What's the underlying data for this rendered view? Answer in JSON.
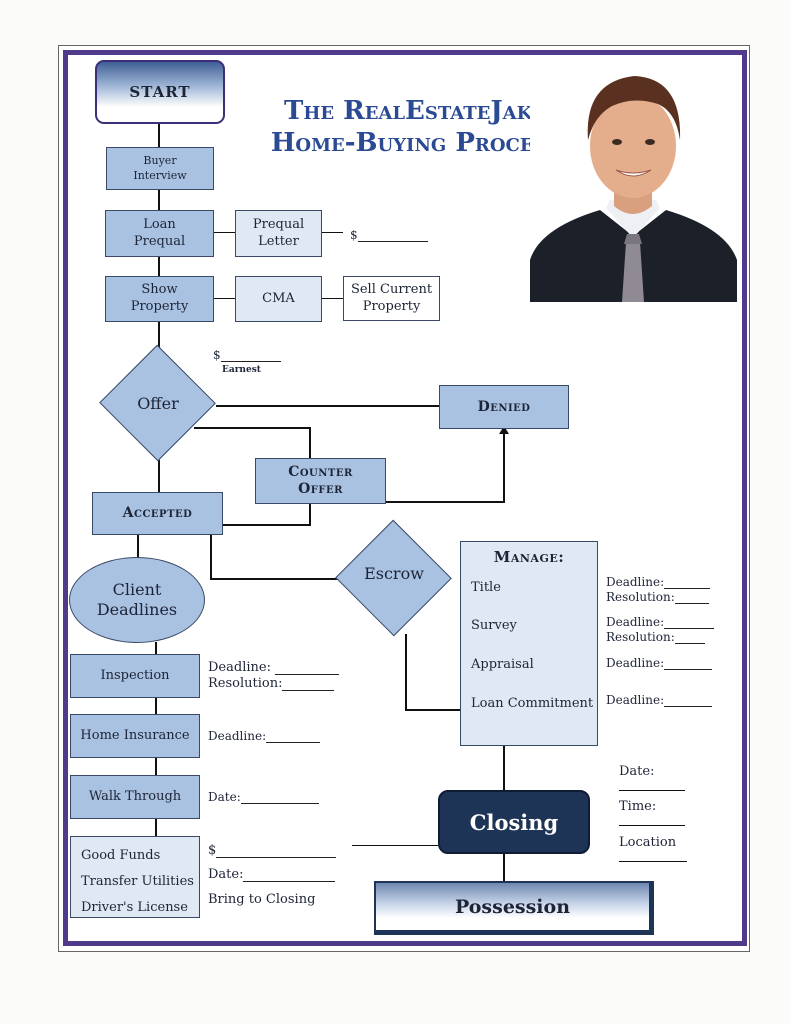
{
  "title": {
    "line1": "The RealEstateJake",
    "line2": "Home-Buying Process"
  },
  "flow": {
    "start": "START",
    "buyer_interview": [
      "Buyer",
      "Interview"
    ],
    "loan_prequal": [
      "Loan",
      "Prequal"
    ],
    "prequal_letter": [
      "Prequal",
      "Letter"
    ],
    "prequal_amount": "$",
    "show_property": [
      "Show",
      "Property"
    ],
    "cma": "CMA",
    "sell_current": [
      "Sell Current",
      "Property"
    ],
    "earnest_dollar": "$",
    "earnest_label": "Earnest",
    "offer": "Offer",
    "denied": "Denied",
    "counter_offer": [
      "Counter",
      "Offer"
    ],
    "accepted": "Accepted",
    "escrow": "Escrow",
    "client_deadlines": [
      "Client",
      "Deadlines"
    ],
    "closing": "Closing",
    "possession": "Possession"
  },
  "manage": {
    "heading": "Manage:",
    "items": [
      "Title",
      "Survey",
      "Appraisal",
      "Loan Commitment"
    ],
    "deadline_label": "Deadline:",
    "resolution_label": "Resolution:"
  },
  "client_tasks": {
    "inspection": "Inspection",
    "home_insurance": "Home Insurance",
    "walk_through": "Walk Through",
    "good_funds": "Good Funds",
    "transfer_utilities": "Transfer Utilities",
    "drivers_license": "Driver's License",
    "deadline_label": "Deadline:",
    "resolution_label": "Resolution:",
    "date_label": "Date:",
    "dollar": "$",
    "bring_to_closing": "Bring to Closing"
  },
  "closing_info": {
    "date": "Date:",
    "time": "Time:",
    "location": "Location"
  },
  "colors": {
    "box_fill": "#a9c2e2",
    "box_light": "#dfe8f3",
    "frame": "#4f3a8c",
    "title": "#2b4a94",
    "closing": "#1e3457"
  }
}
